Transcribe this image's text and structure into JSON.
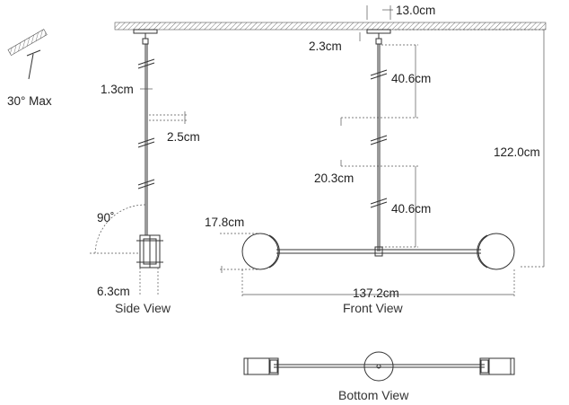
{
  "labels": {
    "tilt": "30° Max",
    "canopy_width": "13.0cm",
    "canopy_height": "2.3cm",
    "stem_diameter": "1.3cm",
    "joint": "2.5cm",
    "upper_stem": "40.6cm",
    "middle_stem": "20.3cm",
    "lower_stem": "40.6cm",
    "overall_height": "122.0cm",
    "globe_diameter": "17.8cm",
    "angle": "90˚",
    "side_depth": "6.3cm",
    "overall_width": "137.2cm"
  },
  "views": {
    "side": "Side View",
    "front": "Front View",
    "bottom": "Bottom View"
  }
}
